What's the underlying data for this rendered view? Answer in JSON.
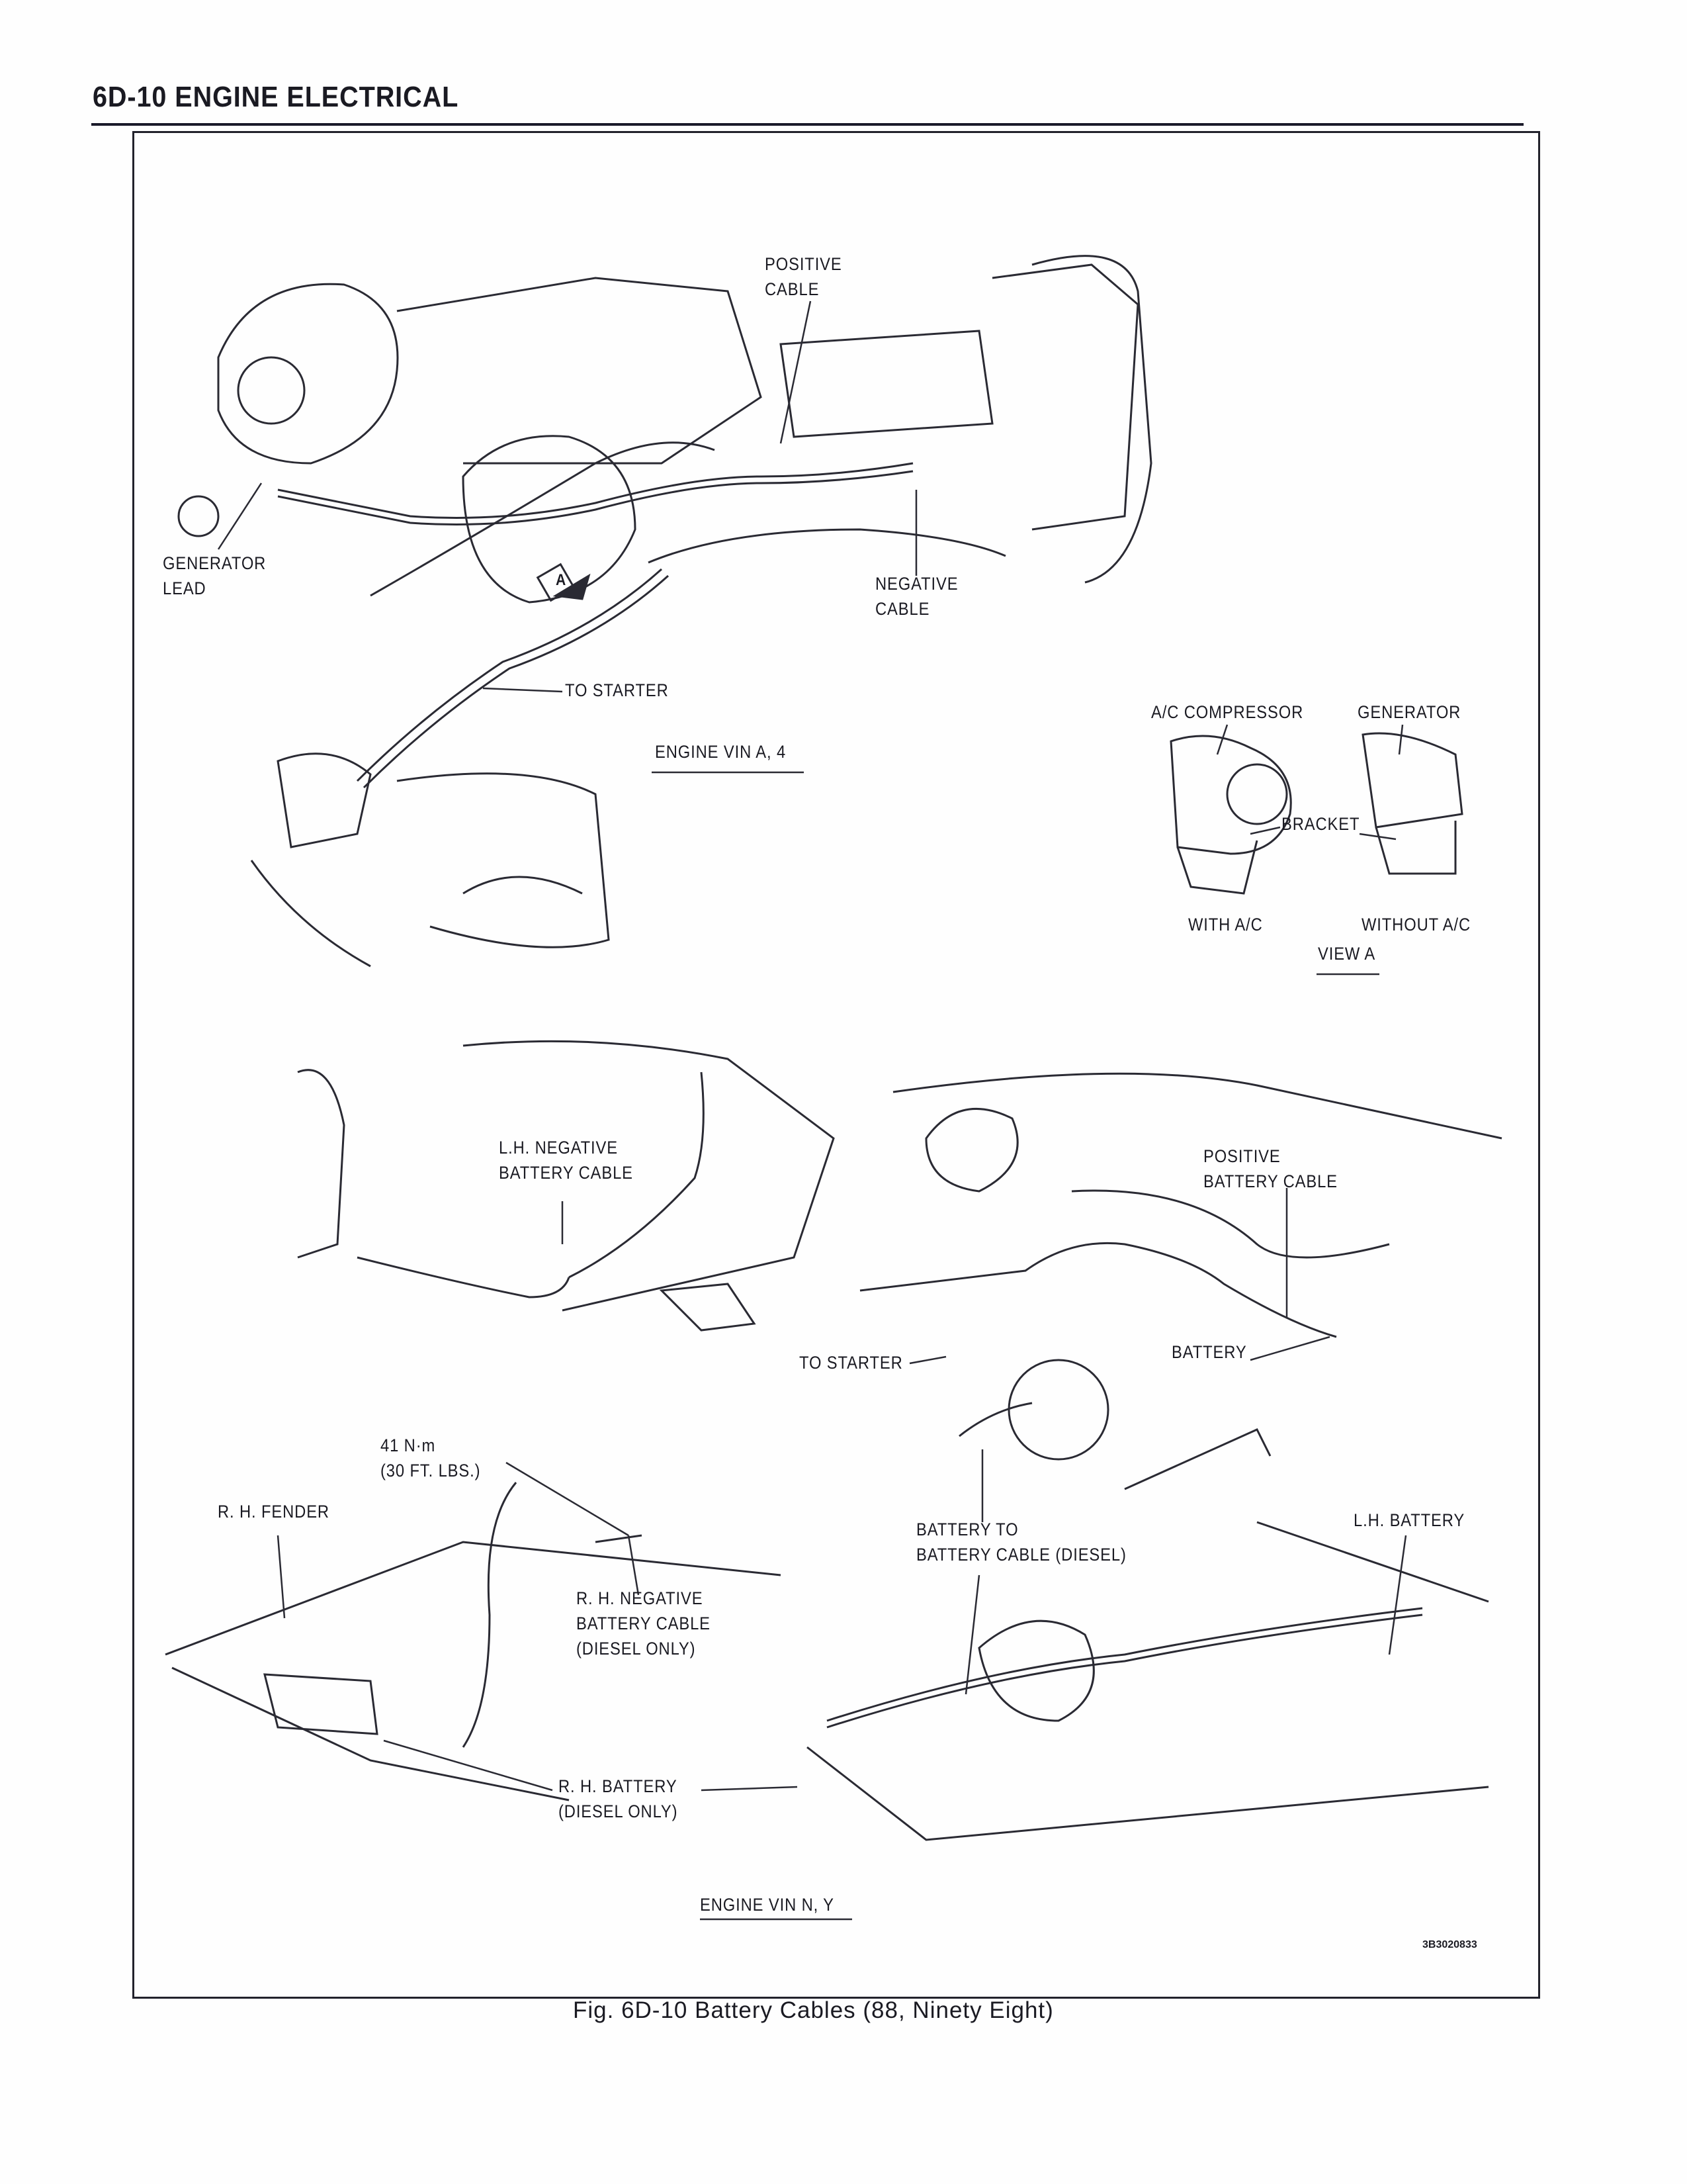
{
  "header": {
    "title": "6D-10  ENGINE ELECTRICAL"
  },
  "figure": {
    "top_view": {
      "positive_cable": [
        "POSITIVE",
        "CABLE"
      ],
      "generator_lead": [
        "GENERATOR",
        "LEAD"
      ],
      "negative_cable": [
        "NEGATIVE",
        "CABLE"
      ],
      "to_starter": "TO STARTER",
      "view_marker": "A",
      "engine_label": "ENGINE VIN A, 4"
    },
    "view_a": {
      "ac_compressor": "A/C COMPRESSOR",
      "generator": "GENERATOR",
      "bracket": "BRACKET",
      "with_ac": "WITH A/C",
      "without_ac": "WITHOUT A/C",
      "title": "VIEW A"
    },
    "bottom_view": {
      "lh_negative": [
        "L.H. NEGATIVE",
        "BATTERY CABLE"
      ],
      "positive_battery": [
        "POSITIVE",
        "BATTERY CABLE"
      ],
      "to_starter": "TO STARTER",
      "battery": "BATTERY",
      "torque": [
        "41 N·m",
        "(30 FT. LBS.)"
      ],
      "rh_fender": "R. H. FENDER",
      "battery_to_battery": [
        "BATTERY TO",
        "BATTERY CABLE (DIESEL)"
      ],
      "lh_battery": "L.H. BATTERY",
      "rh_negative": [
        "R. H. NEGATIVE",
        "BATTERY CABLE",
        "(DIESEL ONLY)"
      ],
      "rh_battery": [
        "R. H. BATTERY",
        "(DIESEL ONLY)"
      ],
      "engine_label": "ENGINE VIN N, Y"
    },
    "code": "3B3020833",
    "caption": "Fig. 6D-10 Battery Cables (88, Ninety Eight)"
  }
}
